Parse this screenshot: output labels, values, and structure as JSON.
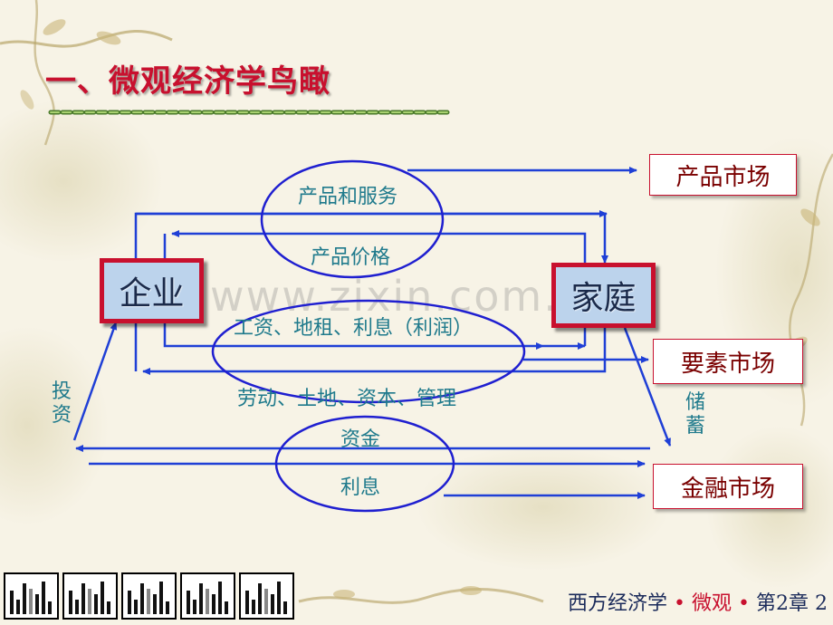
{
  "slide": {
    "title": "一、微观经济学鸟瞰",
    "watermark": "www.zixin.com.cn"
  },
  "nodes": {
    "firm": "企业",
    "household": "家庭",
    "product_market": "产品市场",
    "factor_market": "要素市场",
    "financial_market": "金融市场"
  },
  "labels": {
    "products_services": "产品和服务",
    "product_price": "产品价格",
    "income": "工资、地租、利息（利润）",
    "factors": "劳动、土地、资本、管理",
    "capital": "资金",
    "interest": "利息",
    "investment": "投资",
    "savings": "储蓄"
  },
  "footer": {
    "course": "西方经济学",
    "sep1": "•",
    "part": "微观",
    "sep2": "•",
    "chapter": "第2章",
    "page": "2"
  },
  "colors": {
    "title": "#c8102e",
    "arrow": "#1f3fd6",
    "label": "#1f7a8c",
    "node_border": "#c8102e",
    "node_fill": "#bcd3ec"
  },
  "icons": [
    "bar-chart-icon",
    "bar-chart-icon",
    "bar-chart-icon",
    "bar-chart-icon",
    "bar-chart-icon"
  ]
}
